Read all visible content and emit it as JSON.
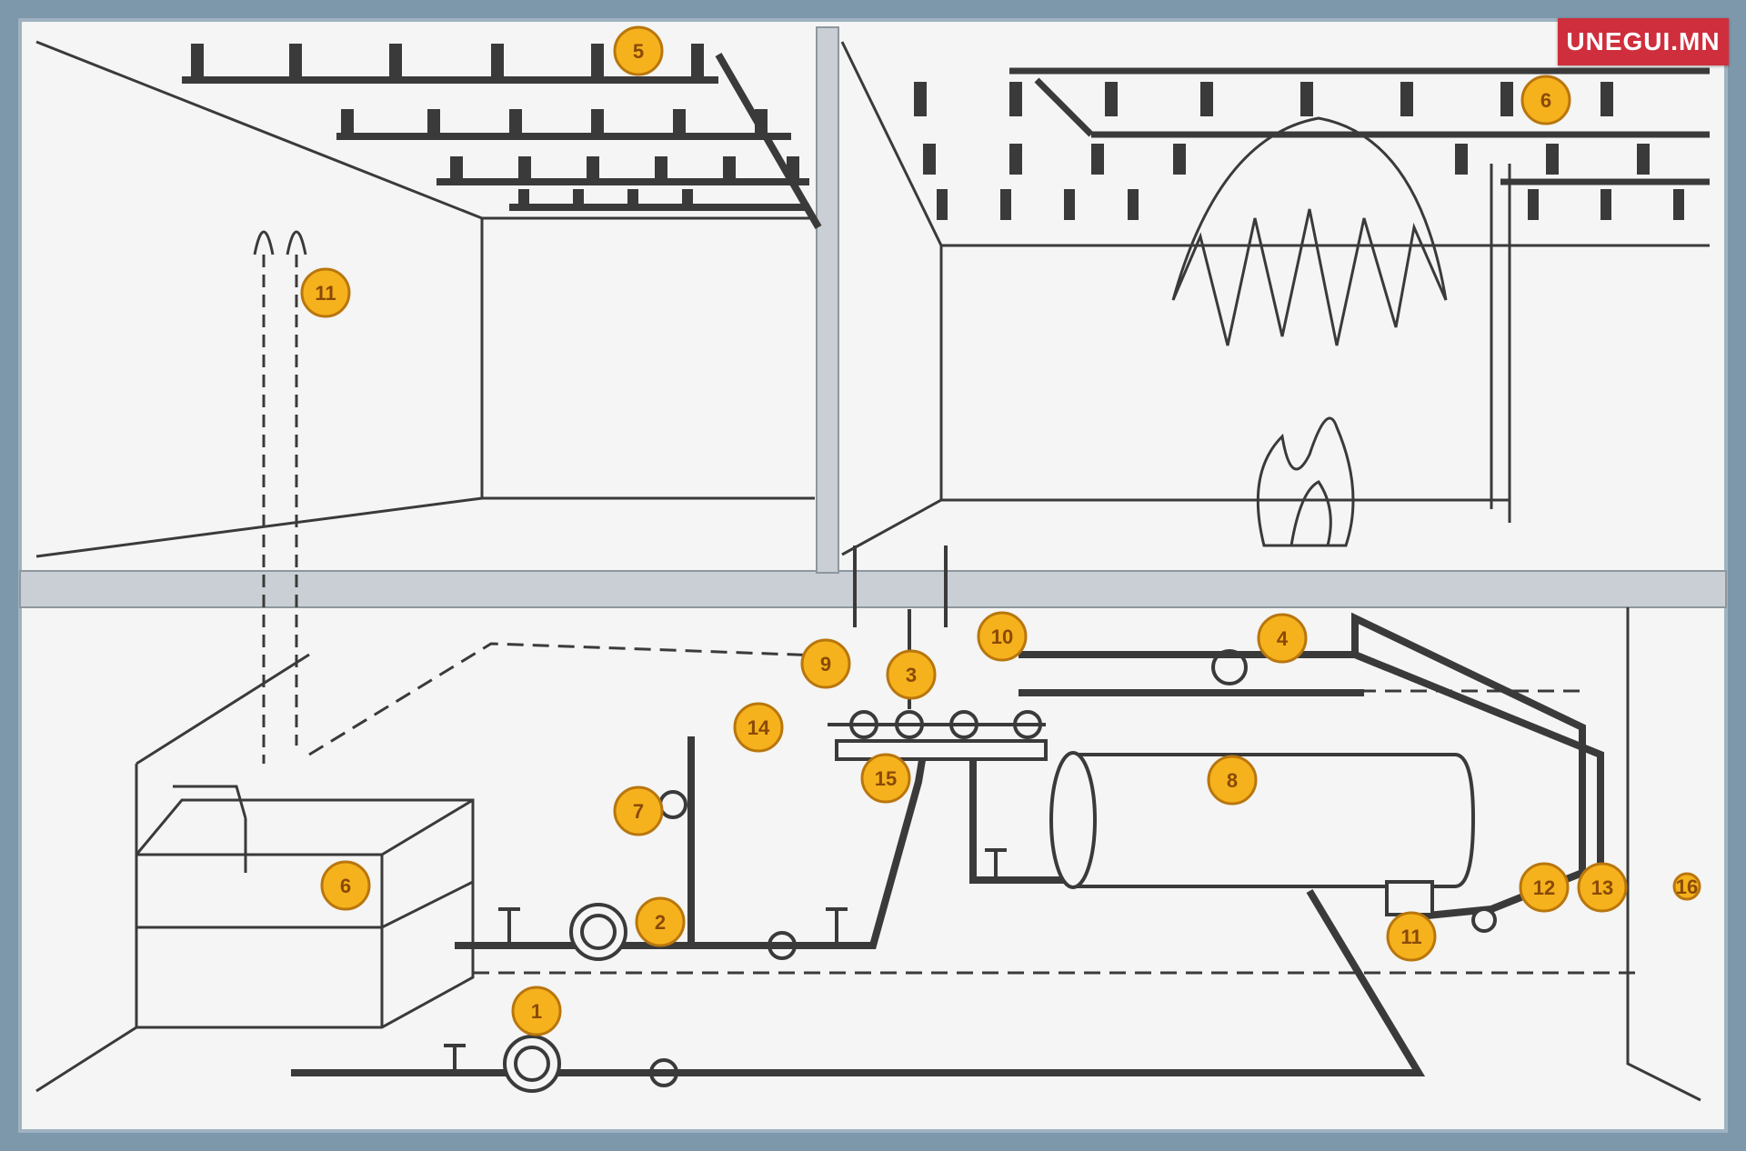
{
  "watermark": {
    "text": "UNEGUI.MN",
    "background": "#cf2e3c",
    "color": "#ffffff"
  },
  "colors": {
    "frame": "#7d97ab",
    "paper": "#f4f5f4",
    "floor_slab": "#c9cfd4",
    "line": "#3a3a3a",
    "marker_fill": "#f5b21d",
    "marker_text": "#8a4a05"
  },
  "icons": [
    "sprinkler-head-icon",
    "valve-icon",
    "pump-icon",
    "flame-icon",
    "water-tank-icon"
  ],
  "markers": [
    "5",
    "6",
    "11",
    "10",
    "9",
    "3",
    "4",
    "8",
    "7",
    "6",
    "14",
    "15",
    "1",
    "2",
    "12",
    "13",
    "11",
    "16"
  ]
}
